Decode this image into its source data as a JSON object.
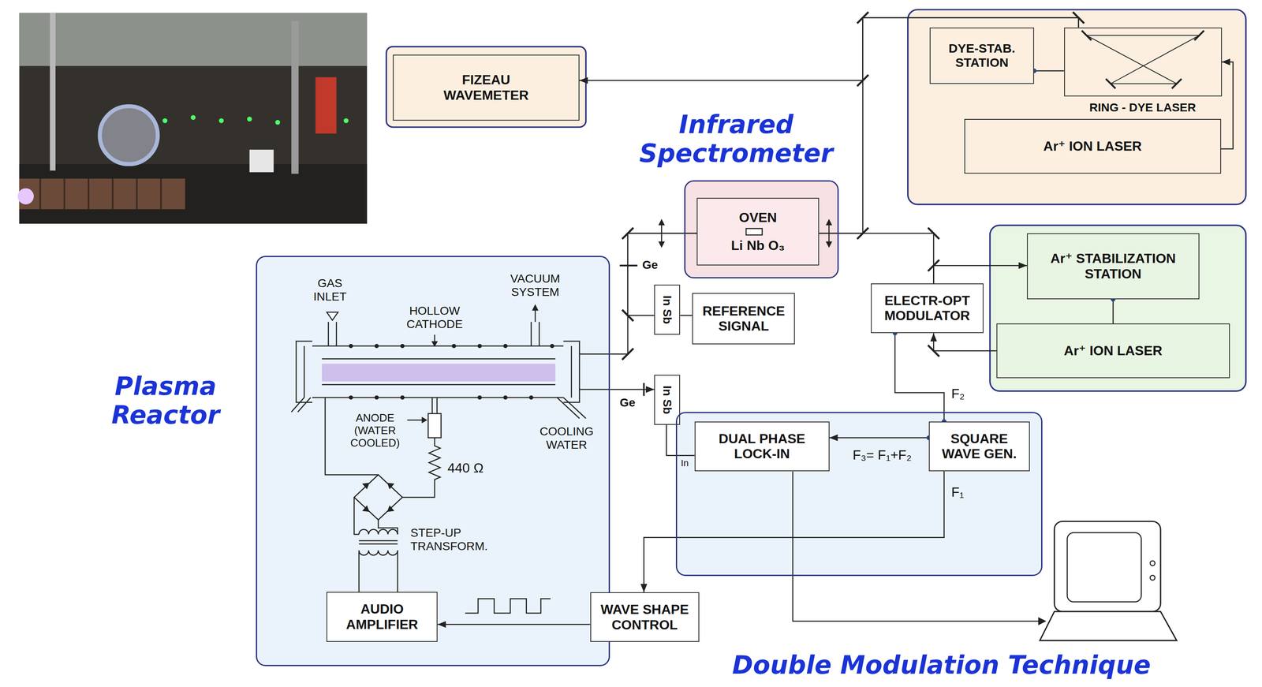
{
  "diagram": {
    "nodes": [
      {
        "text": [
          "FIZEAU WAVEMETER"
        ]
      },
      {
        "text": [
          "DYE-STAB. STATION"
        ]
      },
      {
        "text": [
          "RING - DYE LASER"
        ]
      },
      {
        "text": [
          "Ar⁺ ION LASER"
        ]
      },
      {
        "text": [
          "Infrared Spectrometer"
        ]
      },
      {
        "text": [
          "OVEN",
          "Li Nb O₃"
        ],
        "in": 4
      },
      {
        "text": [
          "Ar⁺ STABILIZATION STATION"
        ]
      },
      {
        "text": [
          "Plasma Reactor"
        ]
      },
      {
        "text": [
          "AUDIO AMPLIFIER"
        ],
        "in": 7
      },
      {
        "text": [
          "In Sb"
        ]
      },
      {
        "text": [
          "REFERENCE SIGNAL"
        ]
      },
      {
        "text": [
          "ELECTR-OPT MODULATOR"
        ]
      },
      {
        "text": [
          "Ar⁺ ION LASER"
        ]
      },
      {
        "text": [
          "In Sb"
        ]
      },
      {
        "text": [
          "Double Modulation Technique"
        ]
      },
      {
        "text": [
          "DUAL PHASE LOCK-IN"
        ],
        "in": 14
      },
      {
        "text": [
          "SQUARE WAVE GEN."
        ],
        "in": 14
      },
      {
        "text": [
          "WAVE SHAPE CONTROL"
        ]
      }
    ],
    "edges": [
      {
        "from": 3,
        "to": 2,
        "arrow": "to"
      },
      {
        "from": 1,
        "to": 2,
        "arrow": "none"
      },
      {
        "from": 2,
        "to": 0,
        "arrow": "to"
      },
      {
        "from": 2,
        "to": 5,
        "arrow": "none"
      },
      {
        "from": 12,
        "to": 11,
        "arrow": "to"
      },
      {
        "from": 11,
        "to": 5,
        "arrow": "none"
      },
      {
        "from": 11,
        "to": 6,
        "arrow": "to"
      },
      {
        "from": 6,
        "to": 12,
        "arrow": "none"
      },
      {
        "from": 5,
        "to": 9,
        "arrow": "none"
      },
      {
        "from": 5,
        "to": 7,
        "arrow": "none"
      },
      {
        "from": 7,
        "to": 13,
        "arrow": "to"
      },
      {
        "from": 9,
        "to": 10,
        "arrow": "none"
      },
      {
        "from": 13,
        "to": 15,
        "arrow": "none"
      },
      {
        "from": 16,
        "to": 15,
        "label": "F₃= F₁+F₂",
        "arrow": "to"
      },
      {
        "from": 16,
        "to": 11,
        "label": "F₂",
        "arrow": "none"
      },
      {
        "from": 16,
        "to": 17,
        "label": "F₁",
        "arrow": "to"
      },
      {
        "from": 17,
        "to": 8,
        "arrow": "to"
      }
    ],
    "labels": [
      "GAS INLET",
      "VACUUM SYSTEM",
      "HOLLOW CATHODE",
      "ANODE (WATER COOLED)",
      "COOLING WATER",
      "440 Ω",
      "STEP-UP TRANSFORM.",
      "Ge",
      "Ge",
      "In"
    ]
  }
}
